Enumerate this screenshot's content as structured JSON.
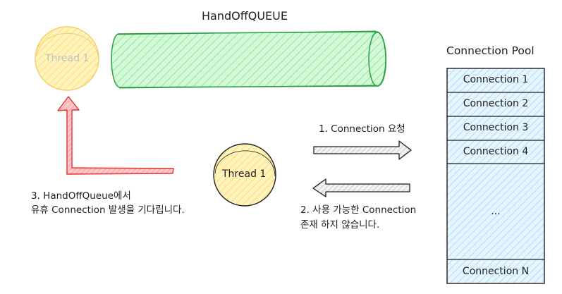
{
  "queue": {
    "title": "HandOffQUEUE"
  },
  "threads": {
    "waiting_label": "Thread 1",
    "active_label": "Thread 1"
  },
  "pool": {
    "title": "Connection Pool",
    "items": [
      "Connection 1",
      "Connection 2",
      "Connection 3",
      "Connection 4"
    ],
    "ellipsis": "...",
    "last": "Connection N"
  },
  "steps": {
    "step1": "1. Connection 요청",
    "step2_line1": "2. 사용 가능한 Connection",
    "step2_line2": "존재 하지 않습니다.",
    "step3_line1": "3. HandOffQueue에서",
    "step3_line2": "유휴 Connection 발생을 기다립니다."
  },
  "colors": {
    "queue_fill": "#b2f2bb",
    "queue_stroke": "#2f9e44",
    "thread_fill": "#ffec99",
    "thread_stroke": "#e8b339",
    "pool_fill": "#a5d8ff",
    "pool_stroke": "#1e1e1e",
    "arrow_red": "#e03131"
  }
}
